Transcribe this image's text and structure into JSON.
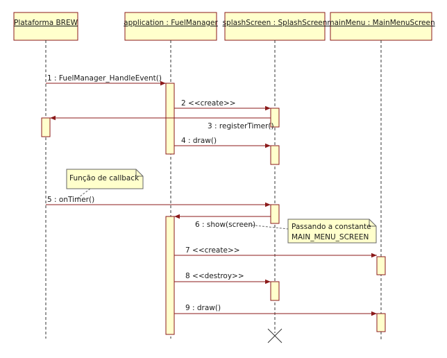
{
  "participants": [
    {
      "label": "Plataforma BREW"
    },
    {
      "label": "application : FuelManager"
    },
    {
      "label": "splashScreen : SplashScreen"
    },
    {
      "label": "mainMenu : MainMenuScreen"
    }
  ],
  "messages": [
    {
      "label": "1 : FuelManager_HandleEvent()"
    },
    {
      "label": "2    <<create>>"
    },
    {
      "label": "3 : registerTimer()"
    },
    {
      "label": "4 : draw()"
    },
    {
      "label": "5 : onTimer()"
    },
    {
      "label": "6 : show(screen)"
    },
    {
      "label": "7 <<create>>"
    },
    {
      "label": "8 <<destroy>>"
    },
    {
      "label": "9 : draw()"
    }
  ],
  "notes": {
    "callback": "Função de callback",
    "constant_line1": "Passando a constante",
    "constant_line2": "MAIN_MENU_SCREEN"
  },
  "colors": {
    "accent": "#8b1a1a",
    "fill": "#ffffcc"
  }
}
